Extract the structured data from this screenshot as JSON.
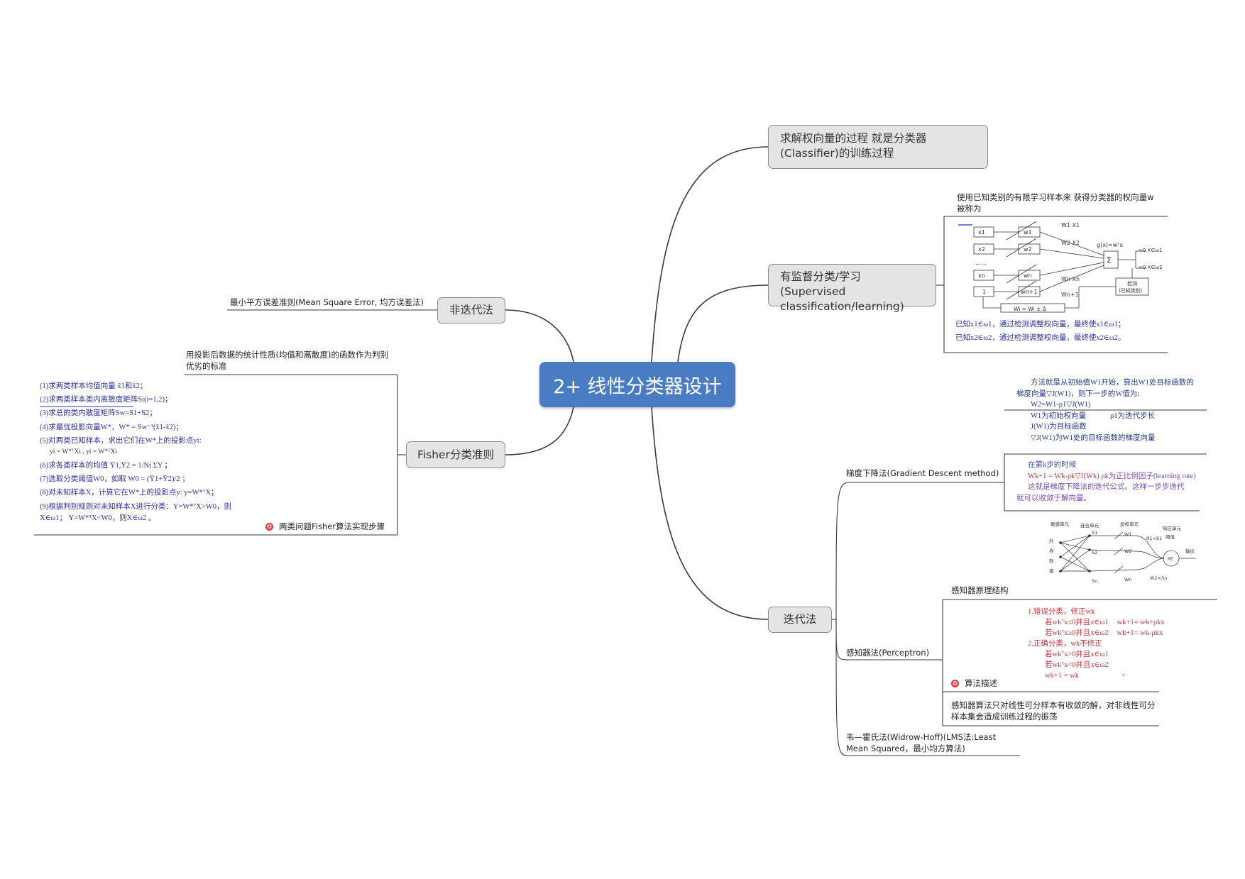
{
  "root": "2+ 线性分类器设计",
  "right": {
    "training": "求解权向量的过程 就是分类器(Classifier)的训练过程",
    "supervised": {
      "title": "有监督分类/学习(Supervised classification/learning)",
      "note": "使用已知类别的有限学习样本来 获得分类器的权向量w 被称为",
      "diagram_labels": [
        "x1",
        "x2",
        "……",
        "xn",
        "1",
        "W1 X1",
        "W2 X2",
        "Wn Xn",
        "Wn+1",
        "w1",
        "w2",
        "wn",
        "wn+1",
        "g(x)=wᵀx",
        "Σ",
        ">0  X∈ω1",
        "<0  X∈ω2",
        "检测",
        "(已知类别)",
        "Wi = Wi ± Δ"
      ],
      "rule1": "已知x1∈ω1，通过检测调整权向量，最终使x1∈ω1；",
      "rule2": "已知x2∈ω2，通过检测调整权向量，最终使x2∈ω2。"
    },
    "iterative": {
      "title": "迭代法",
      "gd": {
        "title": "梯度下降法(Gradient Descent method)",
        "desc": [
          "方法就是从初始值W1开始，算出W1处目标函数的",
          "梯度向量▽J(W1)，则下一步的W值为:",
          "W2=W1-ρ1▽J(W1)",
          "W1为初始权向量",
          "ρ1为迭代步长",
          "J(W1)为目标函数",
          "▽J(W1)为W1处的目标函数的梯度向量"
        ],
        "step": [
          "在第k步的时候",
          "Wk+1 = Wk-ρk▽J(Wk)",
          "ρk为正比例因子(learning rate)",
          "这就是梯度下降法的迭代公式。这样一步步迭代",
          "就可以收敛于解向量。"
        ]
      },
      "perceptron": {
        "title": "感知器法(Perceptron)",
        "structure": "感知器原理结构",
        "structure_labels": [
          "敏感单元",
          "连合单元",
          "加权单元",
          "响应单元",
          "阈值",
          "输出",
          "外",
          "界",
          "刺",
          "激",
          "S1",
          "S2",
          "Sn",
          "W1",
          "W2",
          "Wn",
          "R1×S1",
          "RT",
          "W2×Sn"
        ],
        "algo": [
          "1.错误分类，修正wk",
          "若wkᵀx≤0并且x∈ω1",
          "wk+1= wk+ρkx",
          "若wkᵀx≥0并且x∈ω2",
          "wk+1= wk-ρkx",
          "2.正确分类，wk不修正",
          "若wkᵀx>0并且x∈ω1",
          "若wkᵀx<0并且x∈ω2",
          "wk+1 = wk",
          "+"
        ],
        "algo_label": "算法描述",
        "note": "感知器算法只对线性可分样本有收敛的解，对非线性可分样本集会造成训练过程的振荡"
      },
      "lms": "韦—霍氏法(Widrow-Hoff)(LMS法:Least Mean Squared，最小均方算法)"
    }
  },
  "left": {
    "noniter": {
      "title": "非迭代法",
      "leaf": "最小平方误差准则(Mean Square Error, 均方误差法)"
    },
    "fisher": {
      "title": "Fisher分类准则",
      "leaf": "用投影后数据的统计性质(均值和离散度)的函数作为判别优劣的标准",
      "steps": [
        "(1)求两类样本均值向量 x̄1和x̄2；",
        "(2)求两类样本类内离散度矩阵Si(i=1,2)；",
        "(3)求总的类内散度矩阵Sw=S1+S2；",
        "(4)求最优投影向量W*，W* = Sw⁻¹(x̄1-x̄2)；",
        "(5)对两类已知样本，求出它们在W*上的投影点yi:",
        "yi = W*ᵀXi , yi = W*ᵀXi",
        "(6)求各类样本的均值 Ȳ1,Ȳ2 = 1/Ni ΣY ；",
        "(7)选取分类阈值W0，如取  W0 = (Ȳ1+Ȳ2)/2 ；",
        "(8)对未知样本X，计算它在W*上的投影点y: y=W*ᵀX；",
        "(9)根据判别规则对未知样本X进行分类：Y=W*ᵀX>W0，则",
        "X∈ω1；  Y=W*ᵀX<W0，则X∈ω2 。"
      ],
      "steps_label": "两类问题Fisher算法实现步骤"
    }
  },
  "colors": {
    "root": "#4a7cc4",
    "topic_bg": "#e4e4e4",
    "line": "#333333",
    "math_blue": "#2a2f9a",
    "math_red": "#c8363a"
  }
}
